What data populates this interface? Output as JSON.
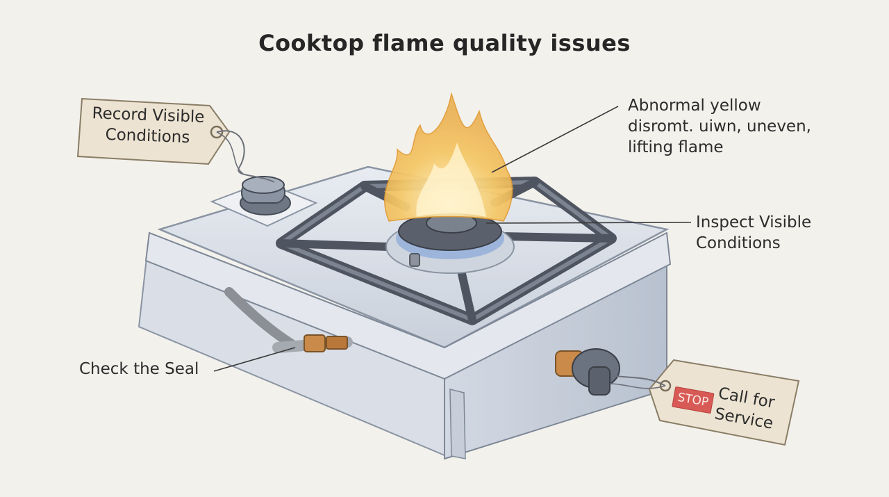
{
  "title": "Cooktop flame quality issues",
  "callouts": {
    "yellow_flame": [
      "Abnormal yellow",
      "disromt. uiwn, uneven,",
      "lifting flame"
    ],
    "inspect": [
      "Inspect Visible",
      "Conditions"
    ],
    "seal": "Check the Seal"
  },
  "tags": {
    "record": [
      "Record Visible",
      "Conditions"
    ],
    "service": {
      "badge": "STOP",
      "lines": [
        "Call for",
        "Service"
      ]
    }
  },
  "colors": {
    "stop_badge": "#d85a56",
    "flame": "#f2b24a",
    "blue_flame": "#5f8fd6",
    "grate": "#4f5560",
    "stove_body": "#dde2ea"
  }
}
